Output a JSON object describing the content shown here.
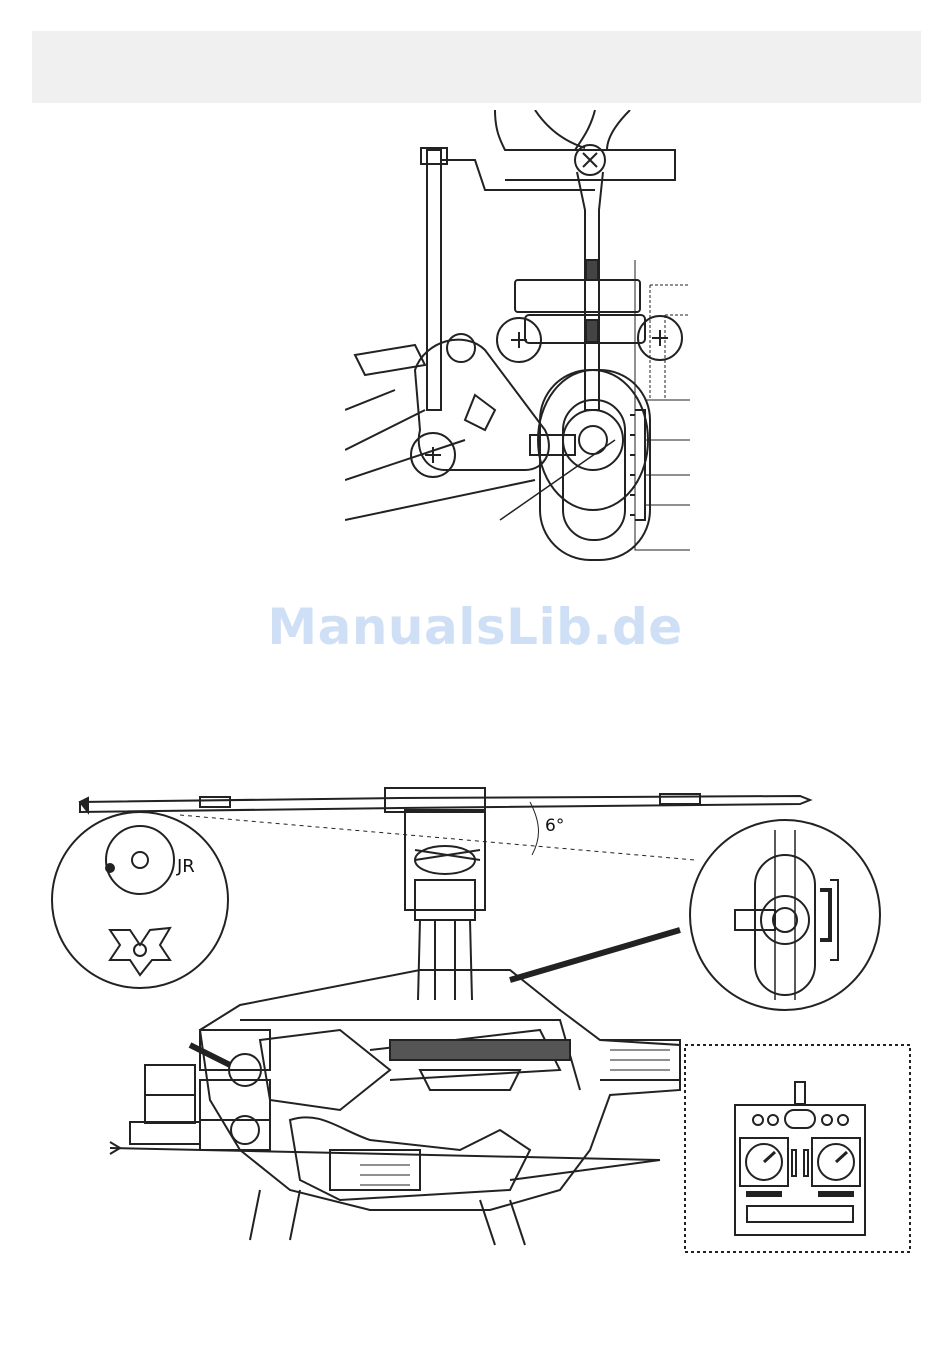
{
  "header": {
    "title": ""
  },
  "watermark": {
    "text": "ManualsLib.de"
  },
  "figure_bottom": {
    "angle_label": "6°",
    "servo_brand_label": "JR"
  },
  "icons": [
    "helicopter-swashplate-detail",
    "helicopter-side-view",
    "servo-horn-detail",
    "pitch-link-detail",
    "transmitter-icon"
  ],
  "colors": {
    "header_bg": "#f0f0f0",
    "watermark": "#cfe0f6",
    "line": "#222222"
  }
}
